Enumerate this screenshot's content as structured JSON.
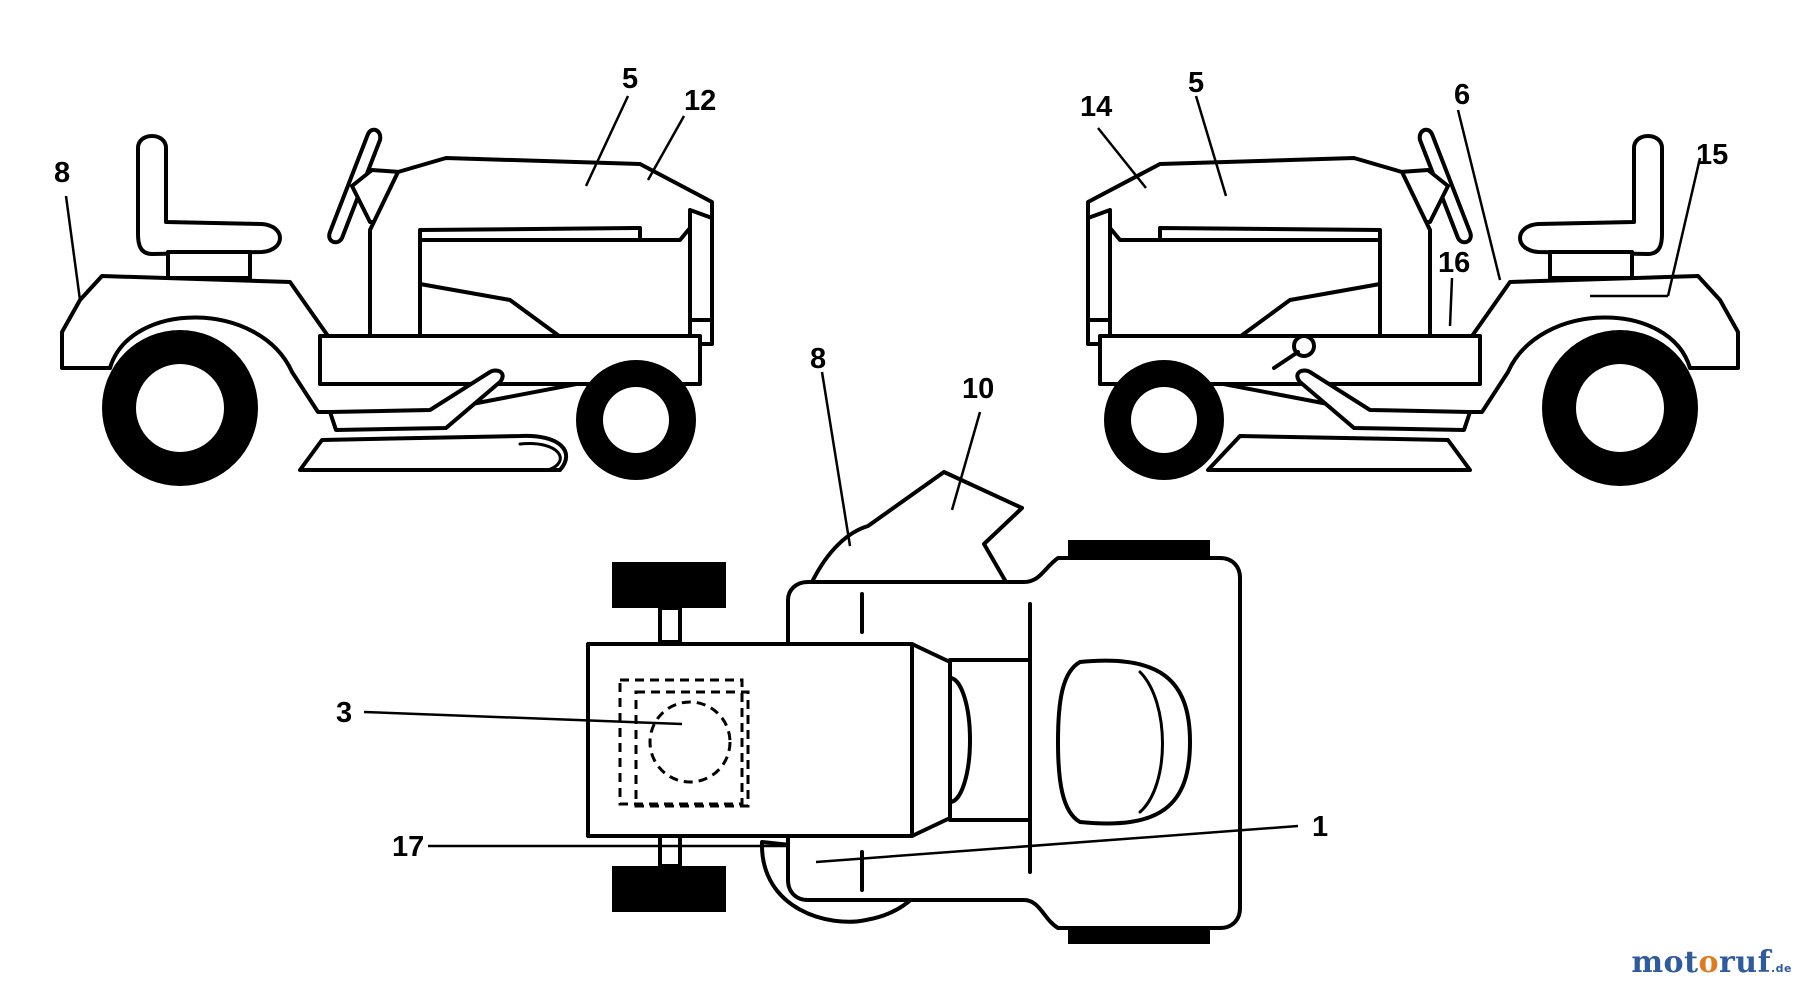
{
  "callouts": {
    "left_8": "8",
    "left_5": "5",
    "left_12": "12",
    "right_14": "14",
    "right_5": "5",
    "right_6": "6",
    "right_15": "15",
    "right_16": "16",
    "top_8": "8",
    "top_10": "10",
    "top_3": "3",
    "top_1": "1",
    "top_17": "17"
  },
  "watermark": {
    "part_a": "mot",
    "part_b": "o",
    "part_c": "ruf",
    "tld": ".de"
  }
}
